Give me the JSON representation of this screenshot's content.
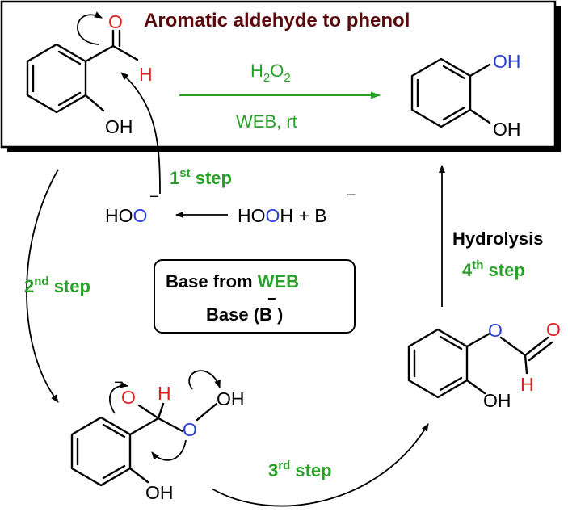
{
  "title": "Aromatic aldehyde to phenol",
  "reagent_top": "H",
  "reagent_sub": "2",
  "reagent_mid": "O",
  "reagent_sub2": "2",
  "conditions": "WEB, rt",
  "aldehyde": {
    "O": "O",
    "H": "H",
    "OH": "OH"
  },
  "product": {
    "OH1": "OH",
    "OH2": "OH"
  },
  "step1": {
    "num": "1",
    "sup": "st",
    "word": " step"
  },
  "step2": {
    "num": "2",
    "sup": "nd",
    "word": " step"
  },
  "step3": {
    "num": "3",
    "sup": "rd",
    "word": " step"
  },
  "step4": {
    "num": "4",
    "sup": "th",
    "word": " step"
  },
  "hydrolysis": "Hydrolysis",
  "peroxide_anion": {
    "H": "HO",
    "O": "O",
    "charge": "−"
  },
  "peroxide_eq": {
    "hoo": "HO",
    "o": "O",
    "h": "H",
    "plus": " + ",
    "B": "B",
    "charge": "−"
  },
  "base_box": {
    "line1_a": "Base from ",
    "line1_b": "WEB",
    "line2_a": "Base (",
    "line2_b": "B",
    "line2_c": " )",
    "charge": "−"
  },
  "intermediate": {
    "O_minus": "O",
    "charge": "−",
    "H": "H",
    "O": "O",
    "OH": "OH",
    "OH_ring": "OH"
  },
  "formate": {
    "O": "O",
    "O2": "O",
    "H": "H",
    "OH": "OH"
  },
  "colors": {
    "green": "#2aa02a",
    "red": "#e02020",
    "blue": "#2a3fd0",
    "title": "#5a0a0a"
  }
}
